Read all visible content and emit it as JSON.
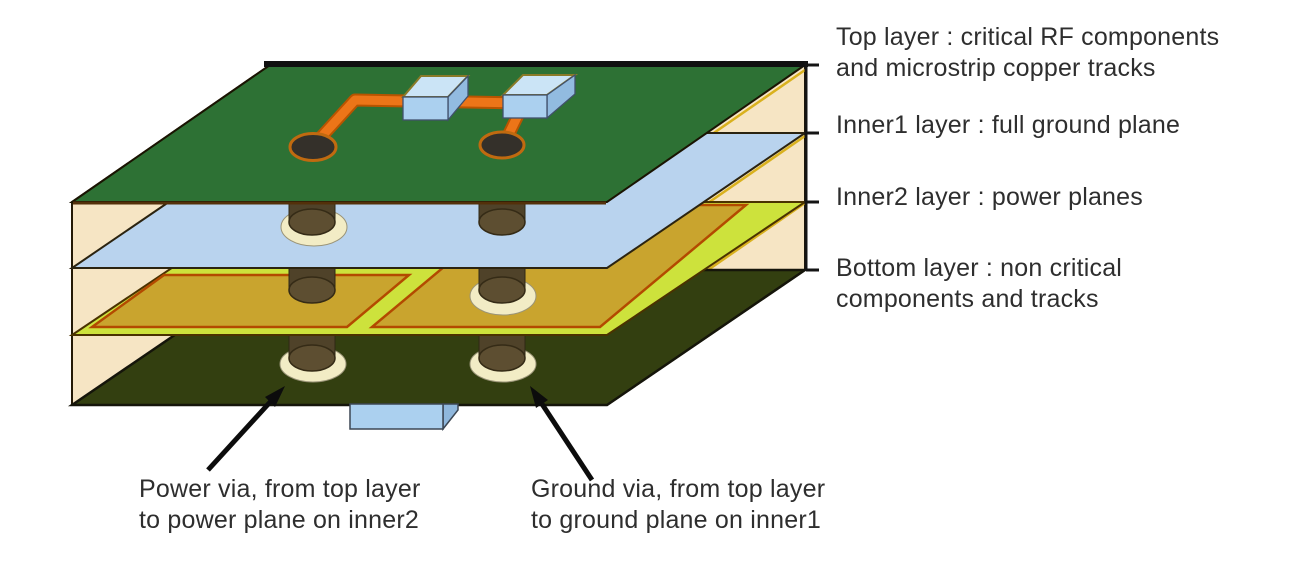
{
  "colors": {
    "substrate": "#f6e5c4",
    "top_layer": "#2d7134",
    "inner1_ground": "#b9d3ee",
    "inner2_base": "#cde23c",
    "power_plane": "#c9a42e",
    "power_plane_outline": "#b34a00",
    "bottom_layer": "#333f10",
    "trace_orange": "#ec7518",
    "trace_outline": "#b85400",
    "component_front": "#abd0ef",
    "component_top": "#cbe4f6",
    "component_side": "#92bbe0",
    "via_barrel": "#4f4229",
    "via_pad": "#5d4e31",
    "via_ring": "#f2ecc5",
    "top_pad": "#34302a",
    "edge_black": "#141414",
    "gold_accent": "#d9b11e"
  },
  "layer_callouts": [
    {
      "lines": [
        "Top layer : critical RF components",
        "and microstrip copper tracks"
      ]
    },
    {
      "lines": [
        "Inner1 layer : full ground plane"
      ]
    },
    {
      "lines": [
        "Inner2 layer : power planes"
      ]
    },
    {
      "lines": [
        "Bottom layer : non critical",
        "components and tracks"
      ]
    }
  ],
  "via_callouts": [
    {
      "lines": [
        "Power via, from top layer",
        "to power plane on inner2"
      ]
    },
    {
      "lines": [
        "Ground via, from top layer",
        "to ground plane on inner1"
      ]
    }
  ]
}
